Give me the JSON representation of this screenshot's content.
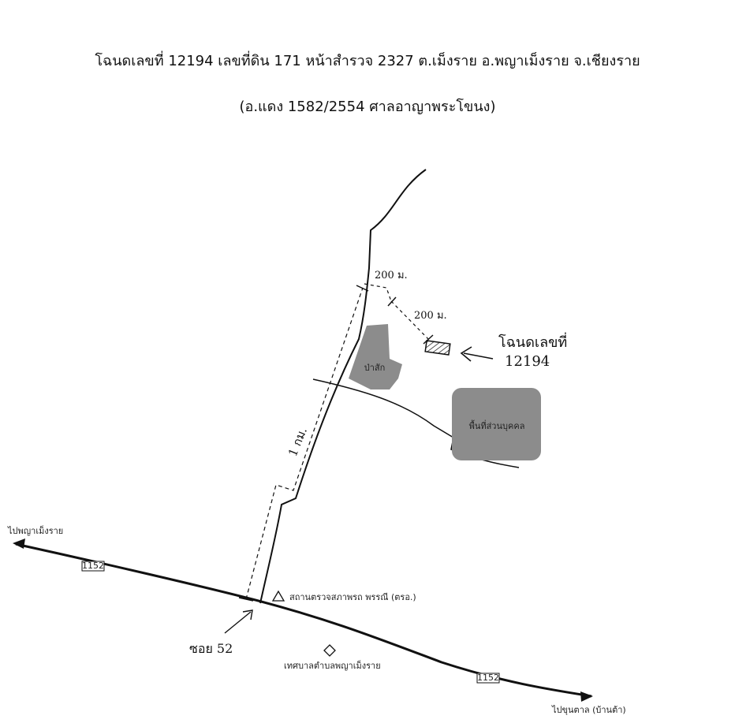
{
  "title": {
    "line1": "โฉนดเลขที่ 12194 เลขที่ดิน 171 หน้าสำรวจ 2327 ต.เม็งราย อ.พญาเม็งราย จ.เชียงราย",
    "line2": "(อ.แดง 1582/2554 ศาลอาญาพระโขนง)"
  },
  "map": {
    "direction_west": "ไปพญาเม็งราย",
    "direction_east": "ไปขุนตาล (บ้านต้า)",
    "road_number_west": "1152",
    "road_number_east": "1152",
    "landmark_inspection_station": "สถานตรวจสภาพรถ พรรณี (ตรอ.)",
    "landmark_municipality": "เทศบาลตำบลพญาเม็งราย",
    "soi_label": "ซอย 52",
    "teak_forest_label": "ป่าสัก",
    "private_area_label": "พื้นที่ส่วนบุคคล",
    "distance_1km": "1 กม.",
    "distance_200m_a": "200 ม.",
    "distance_200m_b": "200 ม.",
    "deed_label_line1": "โฉนดเลขที่",
    "deed_label_line2": "12194",
    "colors": {
      "area_fill": "#8c8c8c",
      "line": "#111111"
    }
  }
}
